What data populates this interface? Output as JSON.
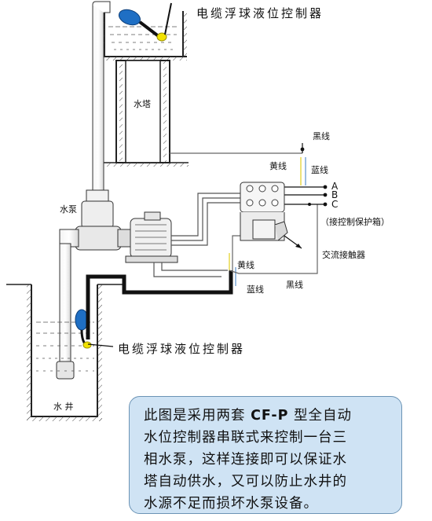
{
  "labels": {
    "float_switch_top": "电缆浮球液位控制器",
    "float_switch_bottom": "电缆浮球液位控制器",
    "water_tower": "水塔",
    "water_pump": "水泵",
    "water_well": "水 井",
    "black_wire_top": "黑线",
    "yellow_wire_top": "黄线",
    "blue_wire_top": "蓝线",
    "phase_a": "A",
    "phase_b": "B",
    "phase_c": "C",
    "protection_box": "（接控制保护箱）",
    "ac_contactor": "交流接触器",
    "yellow_wire_bottom": "黄线",
    "blue_wire_bottom": "蓝线",
    "black_wire_bottom": "黑线"
  },
  "note": {
    "line1_pre": "此图是采用两套 ",
    "line1_model": "CF-P",
    "line1_post": " 型全自动",
    "line2": "水位控制器串联式来控制一台三",
    "line3": "相水泵，这样连接即可以保证水",
    "line4": "塔自动供水，又可以防止水井的",
    "line5": "水源不足而损坏水泵设备。"
  },
  "colors": {
    "float_blue": "#1f6fc4",
    "float_yellow": "#f2e200",
    "wire_yellow": "#e8d84a",
    "wire_blue": "#7aa7d6",
    "wire_black": "#111111",
    "note_bg": "#cfe3f4",
    "note_border": "#6b93b5"
  }
}
